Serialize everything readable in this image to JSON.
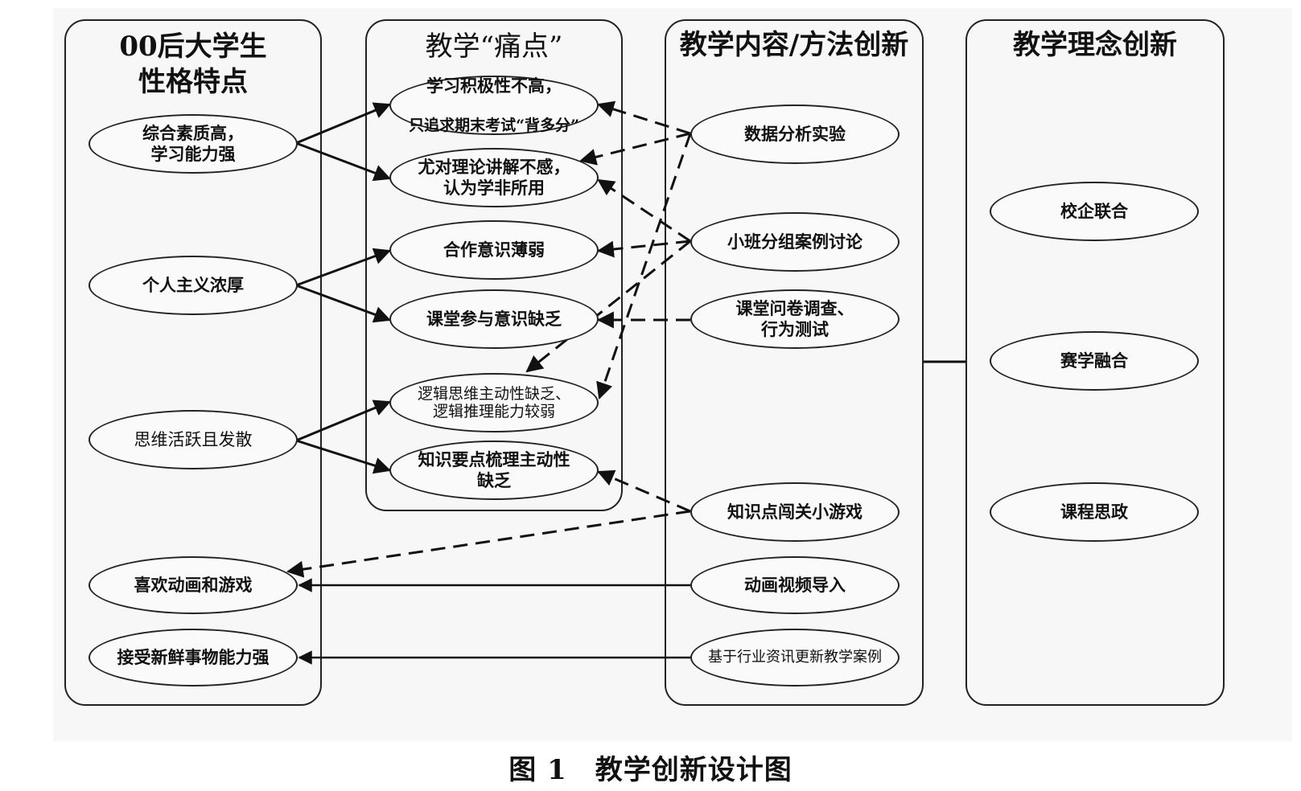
{
  "columns": {
    "traits": {
      "title": "00后大学生\n性格特点"
    },
    "pain_points": {
      "title": "教学“痛点”"
    },
    "content_methods": {
      "title": "教学内容/方法创新"
    },
    "philosophy": {
      "title": "教学理念创新"
    }
  },
  "traits": {
    "t1": "综合素质高，\n学习能力强",
    "t2": "个人主义浓厚",
    "t3": "思维活跃且发散",
    "t4": "喜欢动画和游戏",
    "t5": "接受新鲜事物能力强"
  },
  "pain_points": {
    "p1_line1": "学习积极性不高，",
    "p1_line2": "只追求期末考试“背多分”",
    "p2": "尤对理论讲解不感，\n认为学非所用",
    "p3": "合作意识薄弱",
    "p4": "课堂参与意识缺乏",
    "p5": "逻辑思维主动性缺乏、\n逻辑推理能力较弱",
    "p6": "知识要点梳理主动性\n缺乏"
  },
  "methods": {
    "m1": "数据分析实验",
    "m2": "小班分组案例讨论",
    "m3": "课堂问卷调查、\n行为测试",
    "m4": "知识点闯关小游戏",
    "m5": "动画视频导入",
    "m6": "基于行业资讯更新教学案例"
  },
  "philosophy": {
    "c1": "校企联合",
    "c2": "赛学融合",
    "c3": "课程思政"
  },
  "caption": "图 1　教学创新设计图"
}
